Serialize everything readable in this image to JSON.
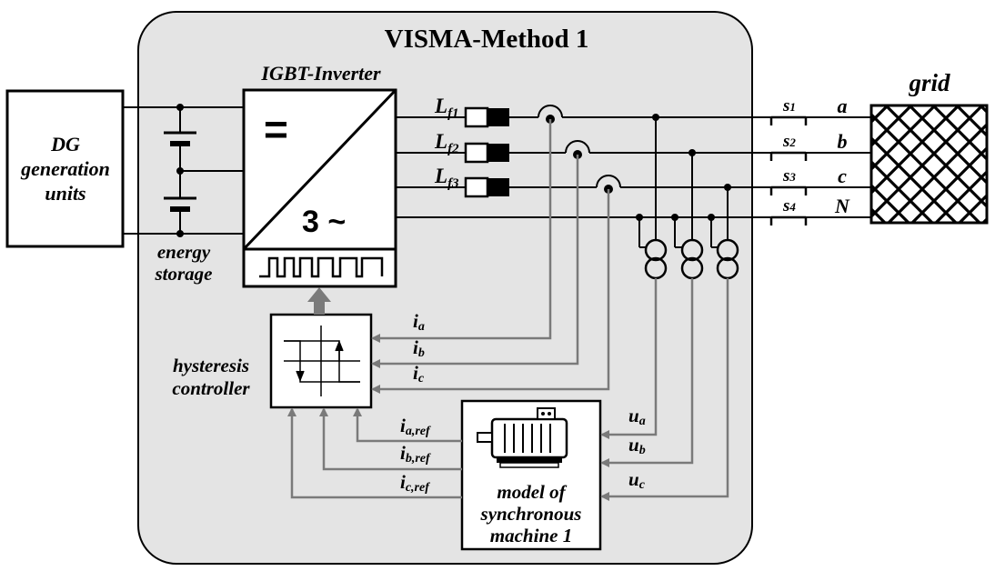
{
  "title": "VISMA-Method 1",
  "labels": {
    "dg_line1": "DG",
    "dg_line2": "generation",
    "dg_line3": "units",
    "storage_line1": "energy",
    "storage_line2": "storage",
    "inverter": "IGBT-Inverter",
    "inverter_dc": "=",
    "inverter_ac": "3 ~",
    "grid": "grid",
    "hyst_line1": "hysteresis",
    "hyst_line2": "controller",
    "model_line1": "model of",
    "model_line2": "synchronous",
    "model_line3": "machine 1"
  },
  "filters": [
    {
      "base": "L",
      "sub": "f1"
    },
    {
      "base": "L",
      "sub": "f2"
    },
    {
      "base": "L",
      "sub": "f3"
    }
  ],
  "switches": [
    {
      "base": "s",
      "sub": "1"
    },
    {
      "base": "s",
      "sub": "2"
    },
    {
      "base": "s",
      "sub": "3"
    },
    {
      "base": "s",
      "sub": "4"
    }
  ],
  "phases": [
    "a",
    "b",
    "c",
    "N"
  ],
  "currents": [
    {
      "base": "i",
      "sub": "a"
    },
    {
      "base": "i",
      "sub": "b"
    },
    {
      "base": "i",
      "sub": "c"
    }
  ],
  "ref_currents": [
    {
      "base": "i",
      "sub": "a,ref"
    },
    {
      "base": "i",
      "sub": "b,ref"
    },
    {
      "base": "i",
      "sub": "c,ref"
    }
  ],
  "voltages": [
    {
      "base": "u",
      "sub": "a"
    },
    {
      "base": "u",
      "sub": "b"
    },
    {
      "base": "u",
      "sub": "c"
    }
  ],
  "colors": {
    "panel": "#e4e4e4",
    "signal": "#7a7a7a",
    "wire": "#000000"
  }
}
